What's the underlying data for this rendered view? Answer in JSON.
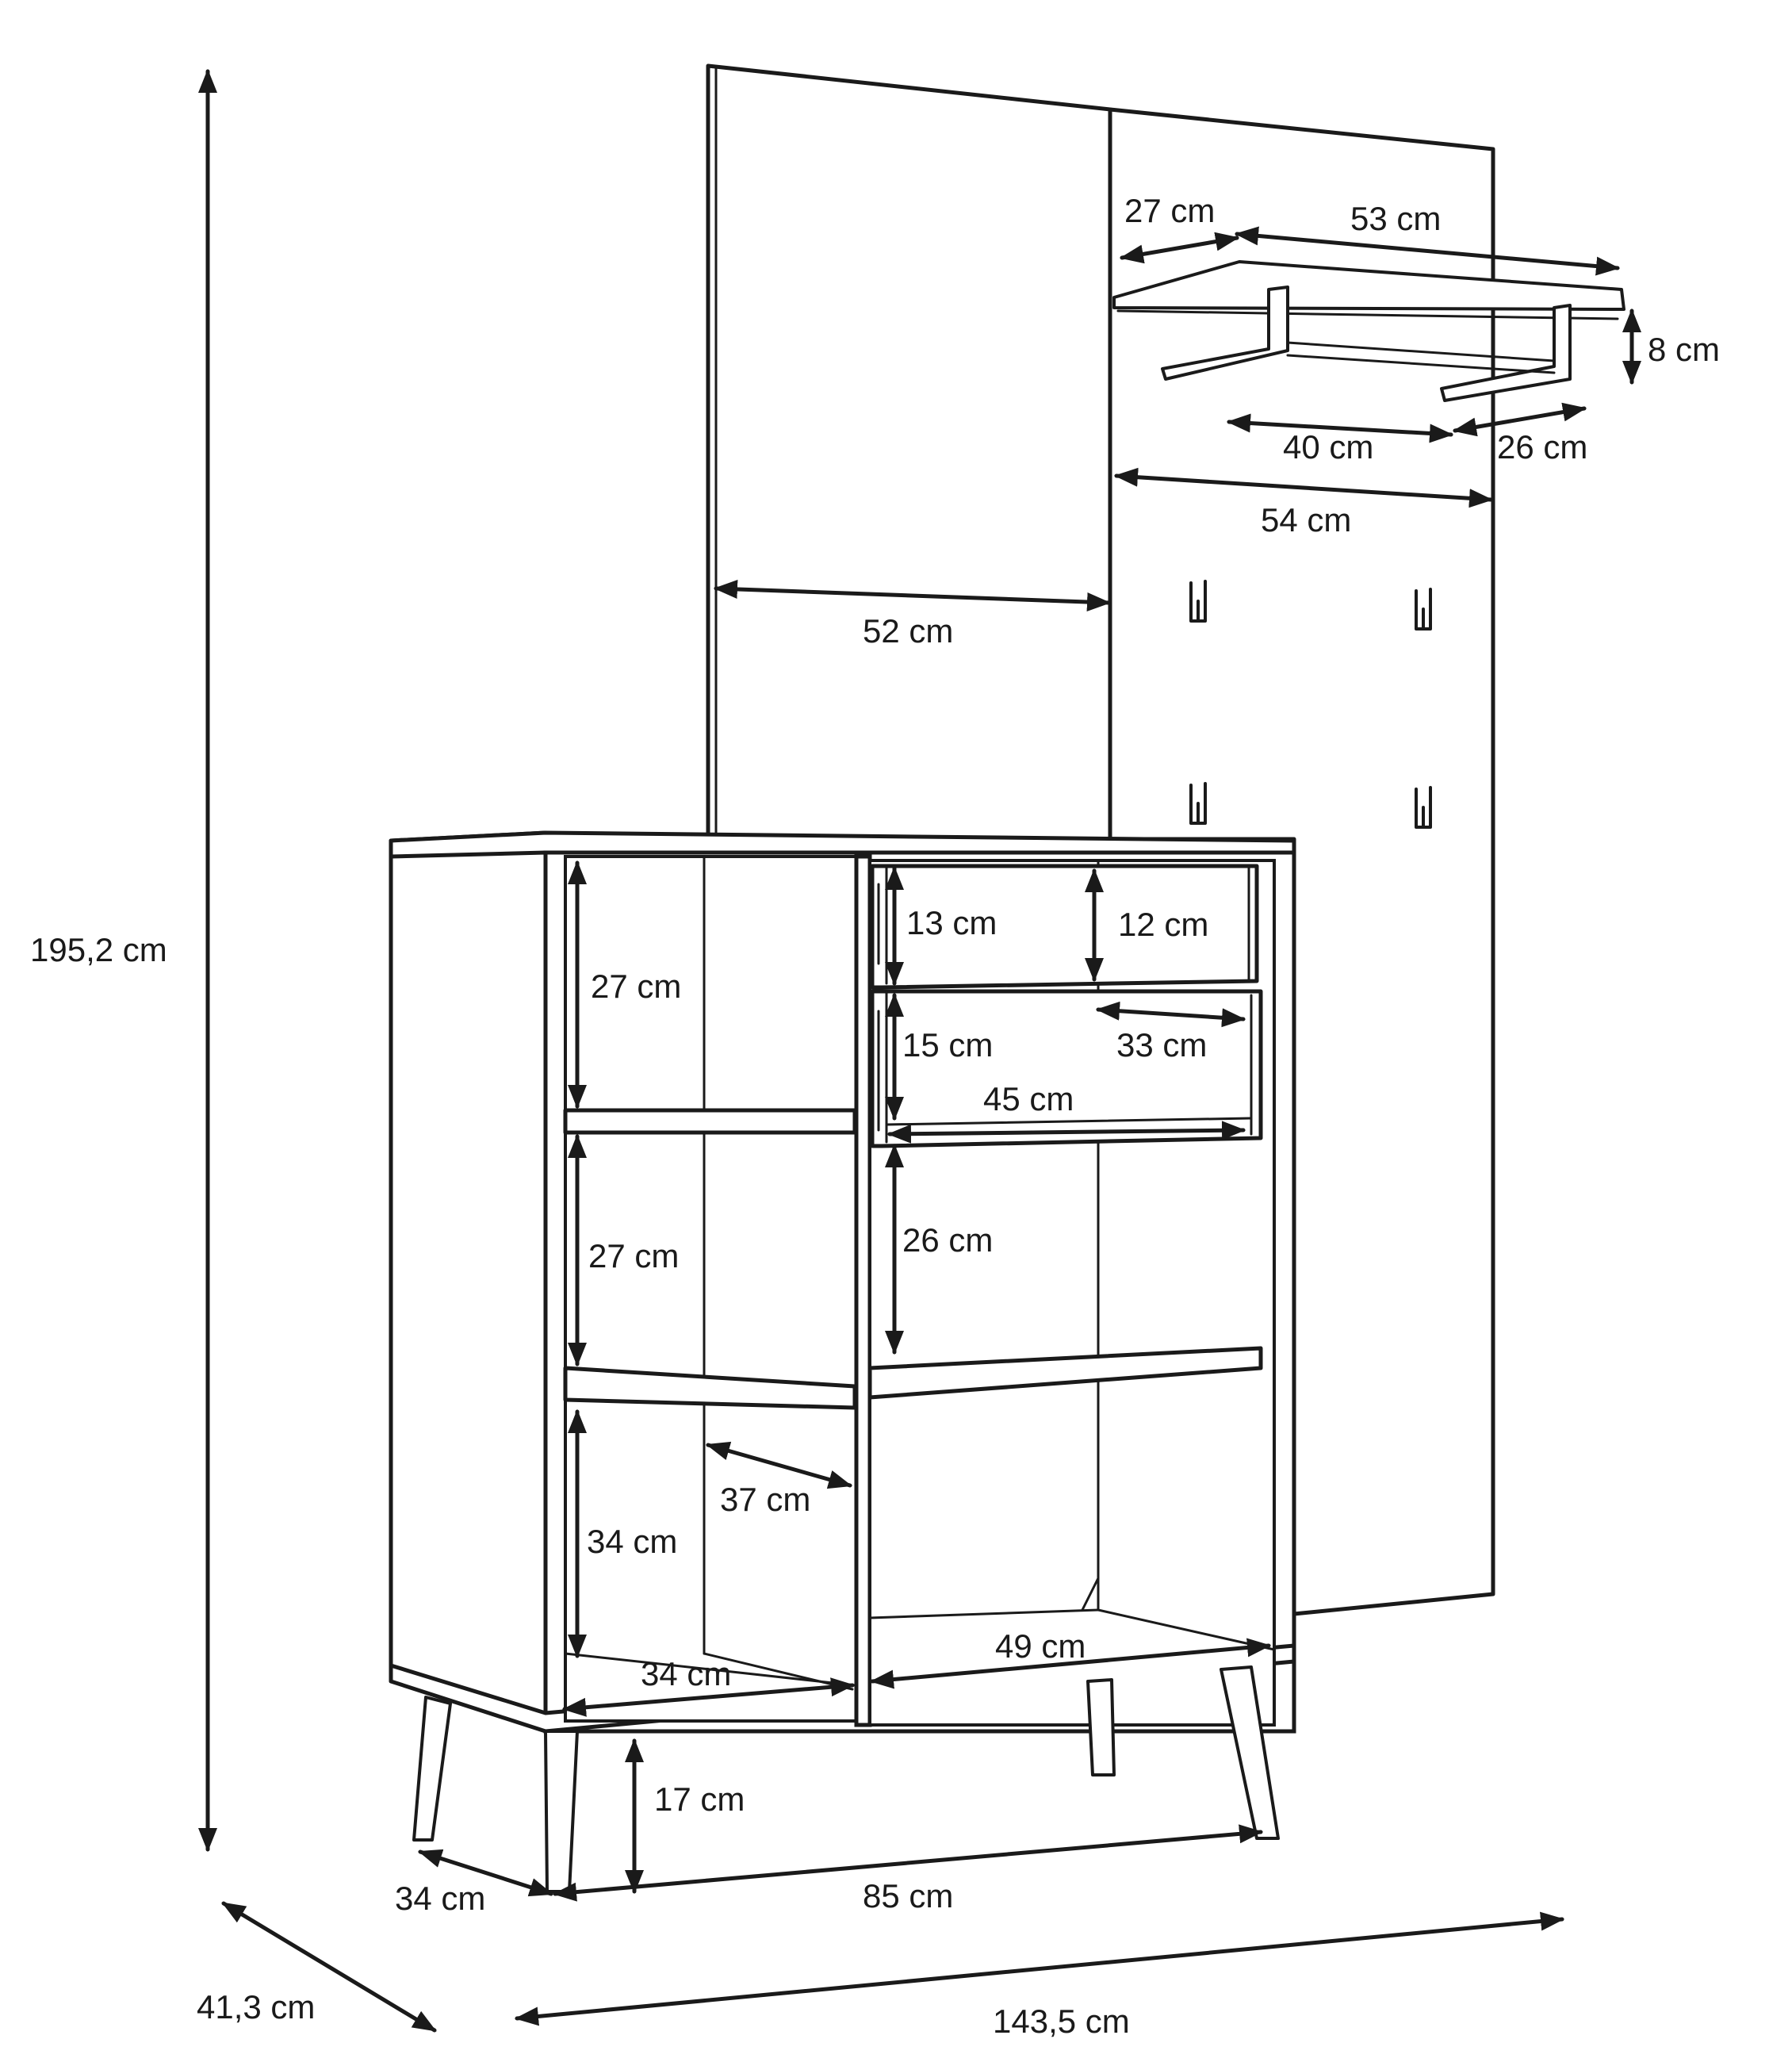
{
  "colors": {
    "line": "#1a1a1a",
    "background": "#ffffff"
  },
  "dimensions": {
    "total_height": "195,2 cm",
    "total_depth": "41,3 cm",
    "total_width": "143,5 cm",
    "shelf_depth": "27 cm",
    "shelf_width": "53 cm",
    "shelf_height": "8 cm",
    "shelf_bracket_span": "40 cm",
    "shelf_bracket_depth": "26 cm",
    "right_panel_width": "54 cm",
    "left_panel_width": "52 cm",
    "left_compartment_top": "27 cm",
    "left_compartment_middle": "27 cm",
    "left_compartment_bottom": "34 cm",
    "left_compartment_depth": "37 cm",
    "left_compartment_width": "34 cm",
    "drawer_top_outer": "13 cm",
    "drawer_top_inner": "12 cm",
    "drawer_bottom_outer": "15 cm",
    "drawer_inner_depth": "33 cm",
    "drawer_width": "45 cm",
    "right_open_height": "26 cm",
    "right_compartment_width": "49 cm",
    "leg_height": "17 cm",
    "cabinet_depth": "34 cm",
    "cabinet_width": "85 cm"
  }
}
